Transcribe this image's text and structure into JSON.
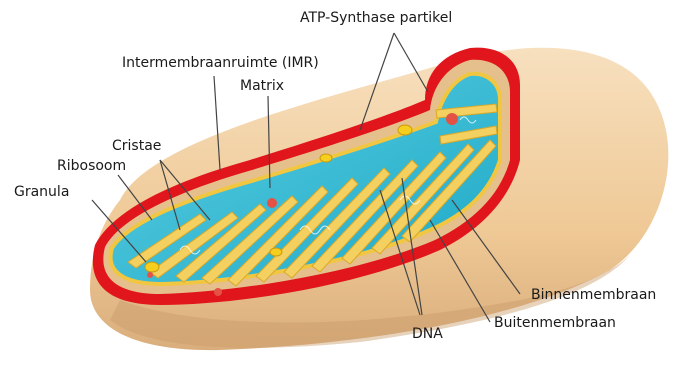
{
  "labels": {
    "atp": "ATP-Synthase partikel",
    "imr": "Intermembraanruimte (IMR)",
    "matrix": "Matrix",
    "cristae": "Cristae",
    "ribosoom": "Ribosoom",
    "granula": "Granula",
    "binnen": "Binnenmembraan",
    "buiten": "Buitenmembraan",
    "dna": "DNA"
  },
  "colors": {
    "outer_body": "#f2d4a9",
    "outer_body_shade": "#d7b184",
    "outer_membrane": "#e0161c",
    "matrix": "#30b8d2",
    "matrix_light": "#7fd8e8",
    "inner_membrane": "#f1c640",
    "granula": "#f6cf1e",
    "ribosome": "#e45246",
    "leader": "#444444"
  }
}
